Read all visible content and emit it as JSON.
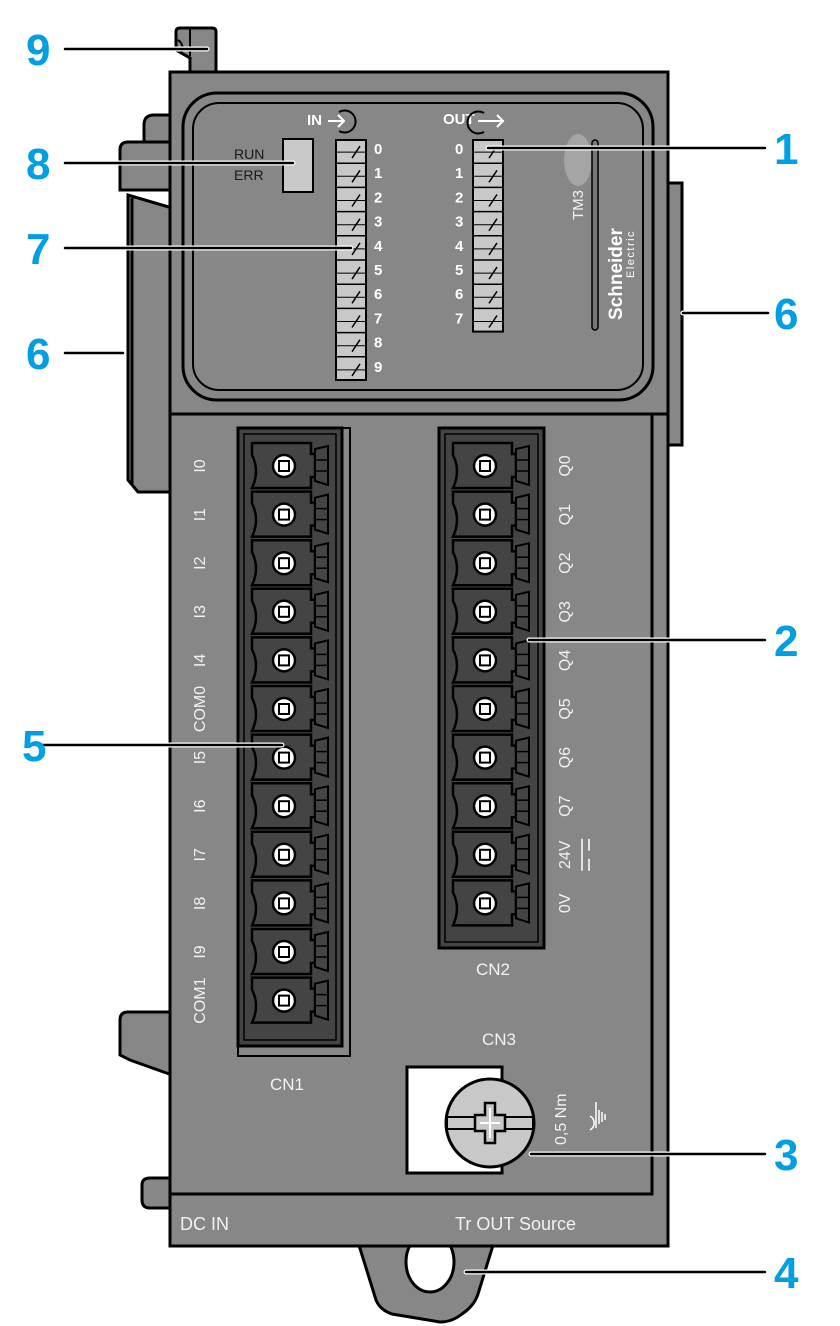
{
  "diagram": {
    "title": "TM3 digital I/O module",
    "colors": {
      "callout": "#009fe3",
      "body": "#878787",
      "body_dark": "#444444",
      "led": "#c8c8c8",
      "outline": "#000000"
    }
  },
  "status_panel": {
    "run_label": "RUN",
    "err_label": "ERR"
  },
  "led_panel": {
    "in_label": "IN",
    "out_label": "OUT",
    "in_channels": [
      "0",
      "1",
      "2",
      "3",
      "4",
      "5",
      "6",
      "7",
      "8",
      "9"
    ],
    "out_channels": [
      "0",
      "1",
      "2",
      "3",
      "4",
      "5",
      "6",
      "7"
    ]
  },
  "branding": {
    "model": "TM3",
    "brand_line1": "Schneider",
    "brand_line2": "Electric"
  },
  "cn1": {
    "name": "CN1",
    "terminals": [
      "I0",
      "I1",
      "I2",
      "I3",
      "I4",
      "COM0",
      "I5",
      "I6",
      "I7",
      "I8",
      "I9",
      "COM1"
    ]
  },
  "cn2": {
    "name": "CN2",
    "terminals": [
      "Q0",
      "Q1",
      "Q2",
      "Q3",
      "Q4",
      "Q5",
      "Q6",
      "Q7",
      "24V",
      "0V"
    ],
    "dc_symbol": "⎓"
  },
  "cn3": {
    "name": "CN3",
    "torque": "0,5 Nm",
    "ground_symbol": "⏚"
  },
  "bottom_labels": {
    "left": "DC IN",
    "right": "Tr OUT Source"
  },
  "callouts": [
    {
      "id": "1",
      "number": "1",
      "target": "Output status LEDs"
    },
    {
      "id": "2",
      "number": "2",
      "target": "Output terminal block CN2"
    },
    {
      "id": "3",
      "number": "3",
      "target": "Ground screw CN3"
    },
    {
      "id": "4",
      "number": "4",
      "target": "DIN rail clip"
    },
    {
      "id": "5",
      "number": "5",
      "target": "Input terminal block CN1"
    },
    {
      "id": "6a",
      "number": "6",
      "target": "Expansion connector left"
    },
    {
      "id": "6b",
      "number": "6",
      "target": "Expansion connector right"
    },
    {
      "id": "7",
      "number": "7",
      "target": "Input status LEDs"
    },
    {
      "id": "8",
      "number": "8",
      "target": "RUN/ERR status LED"
    },
    {
      "id": "9",
      "number": "9",
      "target": "Locking lever"
    }
  ]
}
